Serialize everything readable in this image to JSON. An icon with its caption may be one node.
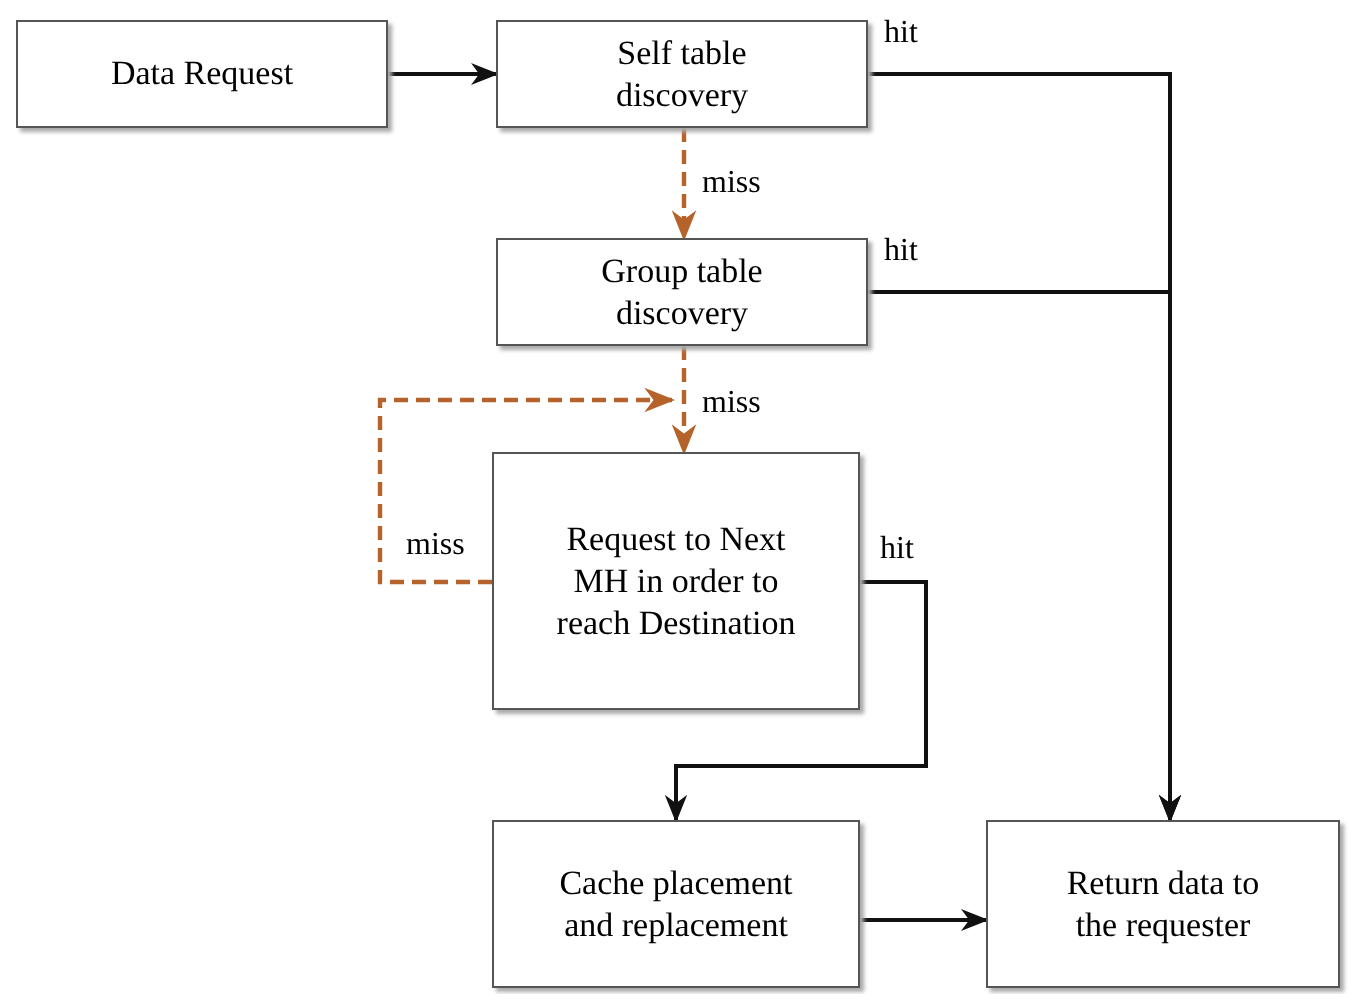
{
  "diagram": {
    "nodes": [
      {
        "text": [
          "Data Request"
        ]
      },
      {
        "text": [
          "Self table discovery"
        ]
      },
      {
        "text": [
          "Group table discovery"
        ]
      },
      {
        "text": [
          "Request to Next MH in order to reach Destination"
        ]
      },
      {
        "text": [
          "Cache placement and replacement"
        ]
      },
      {
        "text": [
          "Return data to the requester"
        ]
      }
    ],
    "edges": [
      {
        "from": 0,
        "to": 1,
        "arrow": "to"
      },
      {
        "from": 1,
        "to": 2,
        "arrow": "to",
        "label": "miss",
        "style": "dashed",
        "color": "#b5632a"
      },
      {
        "from": 2,
        "to": 3,
        "arrow": "to",
        "label": "miss",
        "style": "dashed",
        "color": "#b5632a"
      },
      {
        "from": 3,
        "to": 3,
        "arrow": "to",
        "label": "miss",
        "style": "dashed",
        "color": "#b5632a"
      },
      {
        "from": 1,
        "to": 5,
        "arrow": "to",
        "label": "hit"
      },
      {
        "from": 2,
        "to": 5,
        "arrow": "to",
        "label": "hit"
      },
      {
        "from": 3,
        "to": 4,
        "arrow": "to",
        "label": "hit"
      },
      {
        "from": 4,
        "to": 5,
        "arrow": "to"
      }
    ]
  }
}
